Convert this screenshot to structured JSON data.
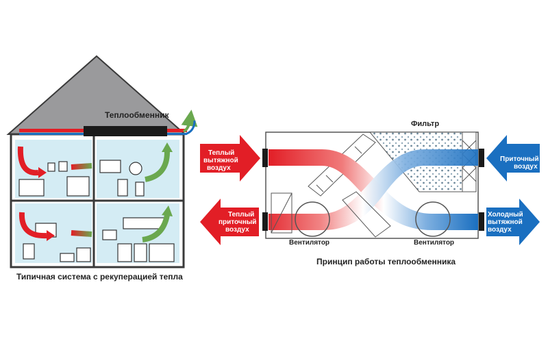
{
  "house": {
    "heat_exchanger_label": "Теплообменник",
    "caption": "Типичная система с рекуперацией тепла"
  },
  "unit": {
    "filter_label": "Фильтр",
    "fan_left_label": "Вентилятор",
    "fan_right_label": "Вентилятор",
    "caption": "Принцип работы теплообменника"
  },
  "arrows": {
    "warm_exhaust": [
      "Теплый",
      "вытяжной",
      "воздух"
    ],
    "warm_supply": [
      "Теплый",
      "приточный",
      "воздух"
    ],
    "supply_in": [
      "Приточный",
      "воздух"
    ],
    "cold_exhaust": [
      "Холодный",
      "вытяжной",
      "воздух"
    ]
  },
  "colors": {
    "warm": "#e21e26",
    "cold": "#1a6fc0",
    "roof": "#9a9a9c",
    "room": "#d4ecf4",
    "exchange_green": "#6aa84f"
  }
}
